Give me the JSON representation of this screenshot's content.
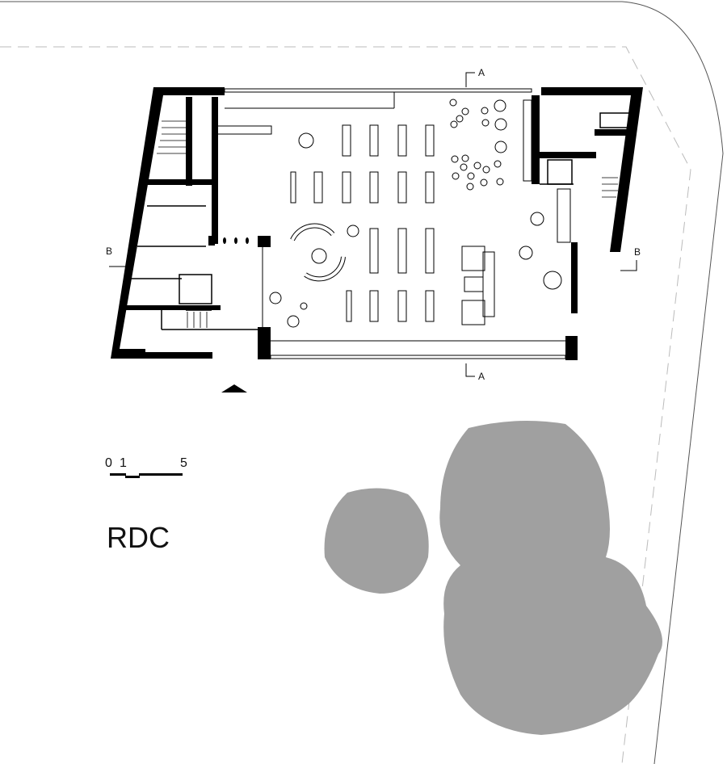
{
  "plan": {
    "title": "RDC",
    "scale_bar": {
      "labels": [
        "0",
        "1",
        "5"
      ]
    },
    "section_markers": [
      {
        "id": "A-top",
        "label": "A"
      },
      {
        "id": "A-bottom",
        "label": "A"
      },
      {
        "id": "B-left",
        "label": "B"
      },
      {
        "id": "B-right",
        "label": "B"
      }
    ],
    "entrance_marker": "entrance-arrow",
    "colors": {
      "wall": "#000000",
      "tree": "#a0a0a0",
      "site_line": "#555555",
      "dashed": "#bbbbbb"
    }
  }
}
